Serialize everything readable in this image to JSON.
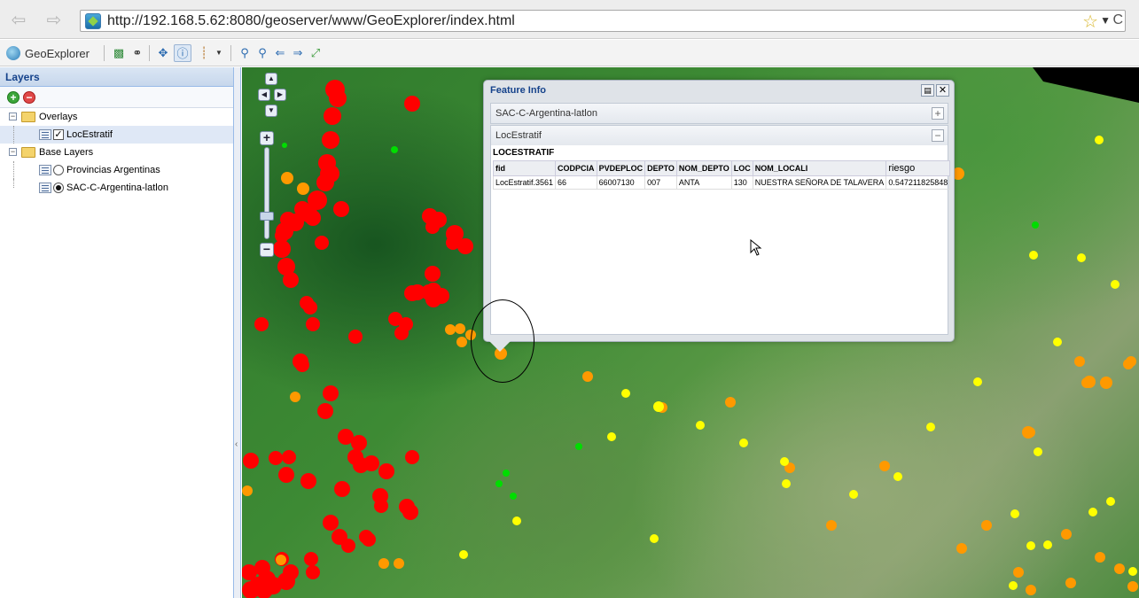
{
  "browser": {
    "url": "http://192.168.5.62:8080/geoserver/www/GeoExplorer/index.html",
    "back_icon": "arrow-left-icon",
    "forward_icon": "arrow-right-icon",
    "reload_glyph": "C"
  },
  "toolbar": {
    "app_name": "GeoExplorer"
  },
  "layers_panel": {
    "title": "Layers",
    "groups": [
      {
        "label": "Overlays",
        "items": [
          {
            "label": "LocEstratif",
            "checked": true,
            "selected": true
          }
        ]
      },
      {
        "label": "Base Layers",
        "items": [
          {
            "label": "Provincias Argentinas",
            "active": false
          },
          {
            "label": "SAC-C-Argentina-latlon",
            "active": true
          }
        ]
      }
    ]
  },
  "feature_info": {
    "title": "Feature Info",
    "sections": [
      {
        "label": "SAC-C-Argentina-latlon",
        "toggle": "+"
      },
      {
        "label": "LocEstratif",
        "toggle": "−"
      }
    ],
    "layer_heading": "LOCESTRATIF",
    "columns": [
      "fid",
      "CODPCIA",
      "PVDEPLOC",
      "DEPTO",
      "NOM_DEPTO",
      "LOC",
      "NOM_LOCALI",
      "riesgo"
    ],
    "rows": [
      [
        "LocEstratif.3561",
        "66",
        "66007130",
        "007",
        "ANTA",
        "130",
        "NUESTRA SEÑORA DE TALAVERA",
        "0.547211825848"
      ]
    ]
  },
  "map": {
    "colors": {
      "red": "#ff0000",
      "orange": "#ff9900",
      "yellow": "#ffff00",
      "green": "#00dd00"
    }
  }
}
